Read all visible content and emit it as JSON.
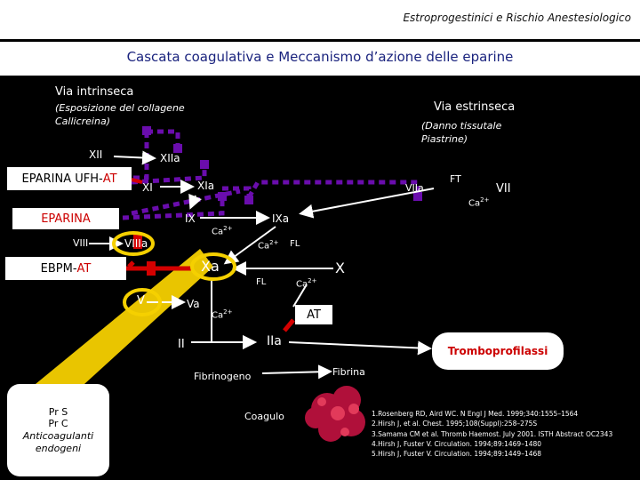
{
  "header": {
    "subtitle": "Estroprogestinici e Rischio Anestesiologico",
    "title": "Cascata coagulativa e Meccanismo d’azione delle eparine"
  },
  "intrinsic": {
    "label": "Via intrinseca",
    "note_line1": "(Esposizione del collagene",
    "note_line2": "Callicreina)"
  },
  "extrinsic": {
    "label": "Via estrinseca",
    "note_line1": "(Danno tissutale",
    "note_line2": "Piastrine)"
  },
  "factors": {
    "xii": "XII",
    "xiia": "XIIa",
    "xi": "XI",
    "xia": "XIa",
    "ix": "IX",
    "ixa": "IXa",
    "viii": "VIII",
    "viiia": "VIIIa",
    "xa": "Xa",
    "x": "X",
    "v": "V",
    "va": "Va",
    "ii": "II",
    "iia": "IIa",
    "viia": "VIIa",
    "vii": "VII",
    "ft": "FT",
    "ca1": "Ca",
    "ca2": "Ca",
    "ca3": "Ca",
    "ca4": "Ca",
    "ca5": "Ca",
    "ca_sup": "2+",
    "fl1": "FL",
    "fl2": "FL",
    "fibrinogeno": "Fibrinogeno",
    "fibrina": "Fibrina",
    "coagulo": "Coagulo"
  },
  "boxes": {
    "ufh_prefix": "EPARINA UFH-",
    "ufh_suffix": "AT",
    "eparina": "EPARINA",
    "ebpm_prefix": "EBPM-",
    "ebpm_suffix": "AT",
    "at": "AT",
    "tromboprofilassi": "Tromboprofilassi",
    "inhibitors": [
      "Pr S",
      "Pr C",
      "Anticoagulanti",
      "endogeni"
    ]
  },
  "references": [
    "1.Rosenberg RD, Aird WC. N Engl J Med. 1999;340:1555–1564",
    "2.Hirsh J, et al. Chest. 1995;108(Suppl):258–275S",
    "3.Samama CM et al. Thromb Haemost. July 2001. ISTH Abstract OC2343",
    "4.Hirsh J, Fuster V. Circulation. 1994;89:1469–1480",
    "5.Hirsh J, Fuster V. Circulation. 1994;89:1449–1468"
  ],
  "colors": {
    "accent_purple": "#6a0dad",
    "highlight_yellow": "#f5d000",
    "inhibit_red": "#d40000",
    "title_blue": "#1a237e"
  }
}
